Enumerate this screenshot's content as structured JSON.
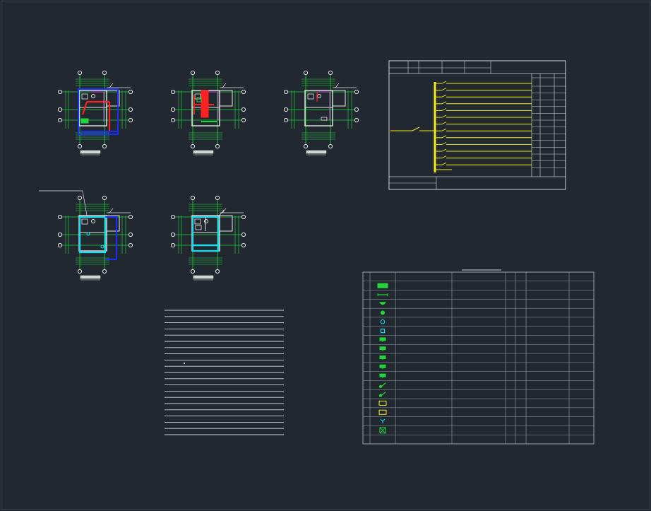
{
  "colors": {
    "background": "#212830",
    "frame": "#cfd3d6",
    "grid_green": "#22d63a",
    "wall_white": "#e6e6e6",
    "pipe_red": "#ff2020",
    "pipe_blue": "#1a2cff",
    "pipe_cyan": "#16e0f0",
    "magenta": "#e040e0",
    "bus_yellow": "#f2ea1e",
    "table_line": "#9aa0a6"
  },
  "icons": {
    "drawing_canvas": "cad-drawing-canvas",
    "plan": "floor-plan-drawing",
    "panel": "distribution-panel-diagram",
    "legend": "equipment-legend-table",
    "notes": "design-notes-lines"
  },
  "plans": {
    "count": 5,
    "variants": [
      "mixed",
      "red",
      "plain",
      "cyan-blue",
      "cyan"
    ]
  },
  "panel": {
    "circuits": 13
  },
  "legend": {
    "symbols": [
      "green-bar",
      "dim-line",
      "bowl",
      "dot",
      "cyan-ring",
      "cyan-square",
      "sink",
      "sink",
      "sink",
      "sink",
      "sink",
      "valve",
      "valve",
      "yellow-rect",
      "yellow-rect",
      "faucet",
      "cross-box"
    ]
  },
  "notes": {
    "lines": 21
  }
}
